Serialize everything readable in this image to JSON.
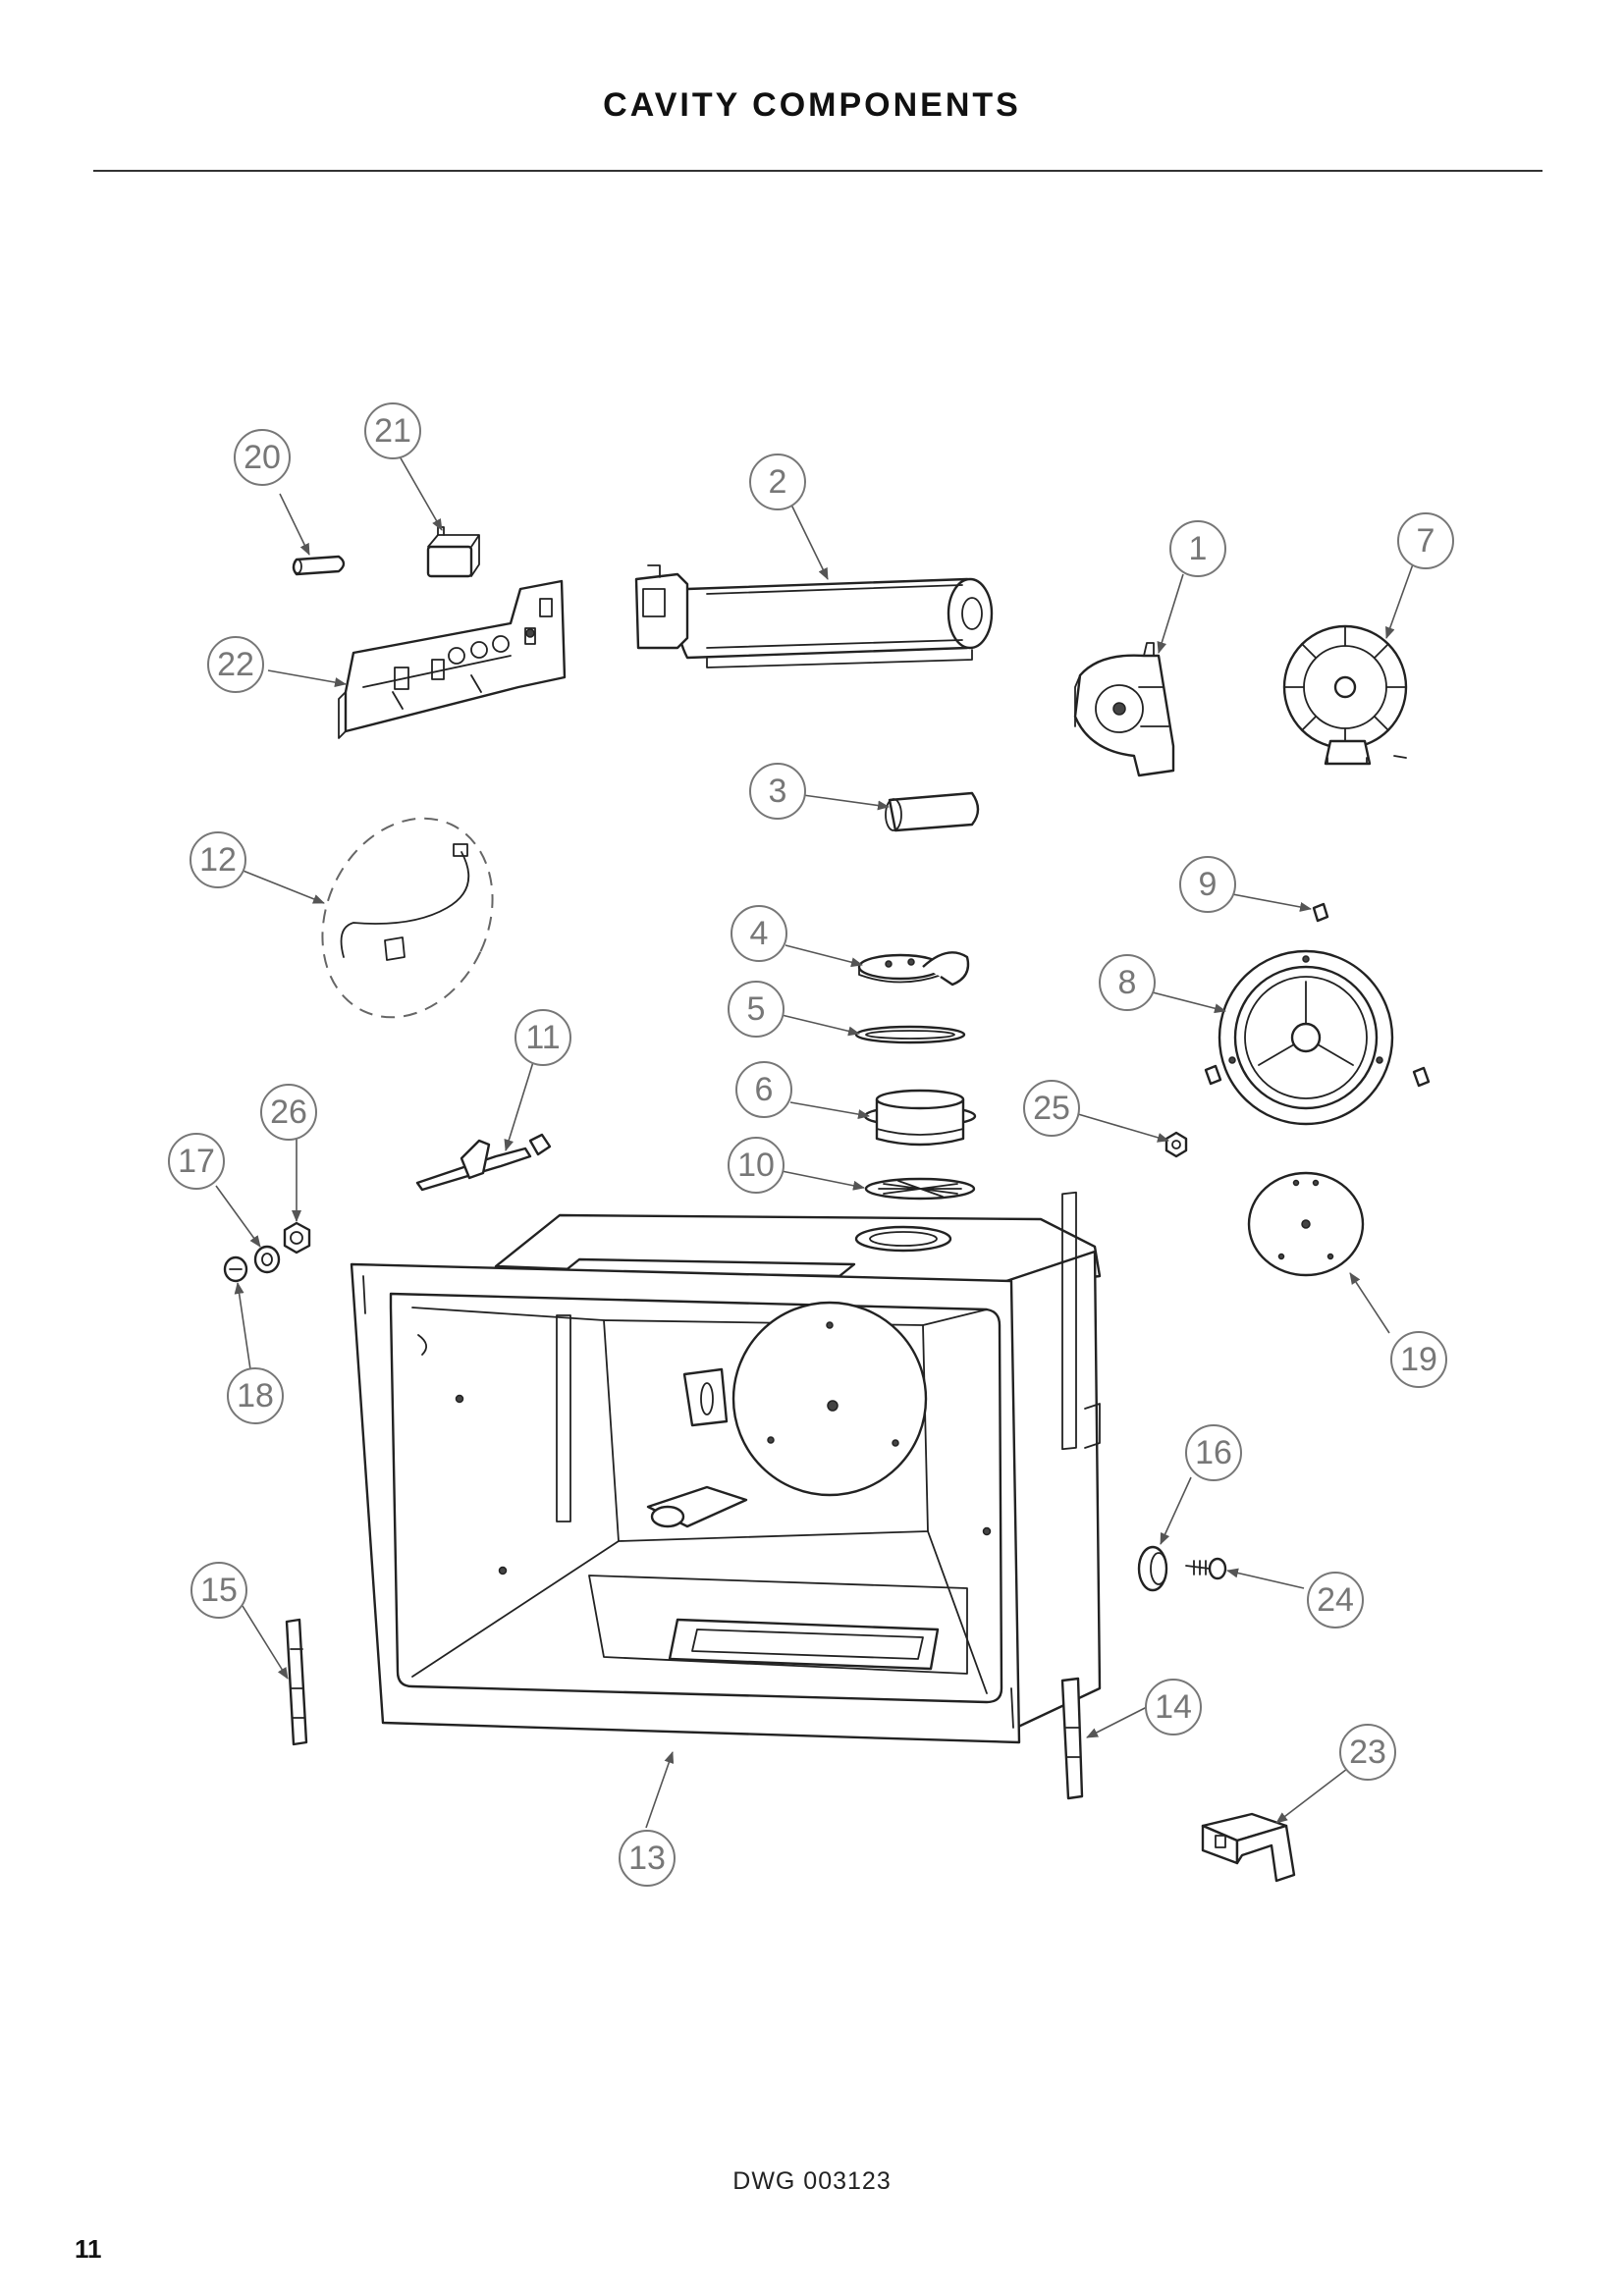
{
  "header": {
    "title": "CAVITY COMPONENTS"
  },
  "footer": {
    "drawing_number": "DWG 003123",
    "page_number": "11"
  },
  "callouts": {
    "c1": "1",
    "c2": "2",
    "c3": "3",
    "c4": "4",
    "c5": "5",
    "c6": "6",
    "c7": "7",
    "c8": "8",
    "c9": "9",
    "c10": "10",
    "c11": "11",
    "c12": "12",
    "c13": "13",
    "c14": "14",
    "c15": "15",
    "c16": "16",
    "c17": "17",
    "c18": "18",
    "c19": "19",
    "c20": "20",
    "c21": "21",
    "c22": "22",
    "c23": "23",
    "c24": "24",
    "c25": "25",
    "c26": "26"
  },
  "colors": {
    "callout_grey": "#777777",
    "line": "#222222"
  }
}
